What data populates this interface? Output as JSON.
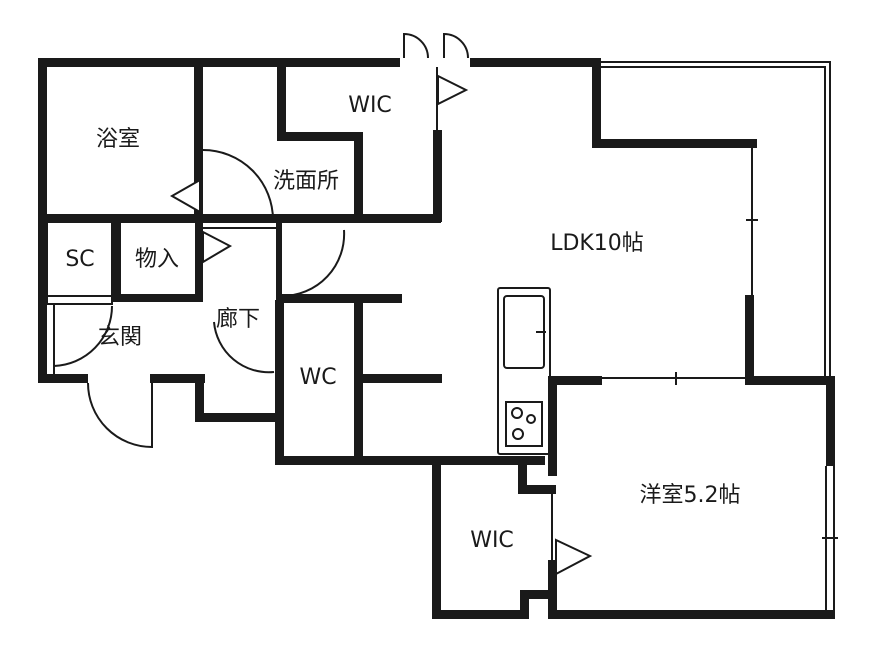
{
  "rooms": {
    "bath": "浴室",
    "wic_top": "WIC",
    "washroom": "洗面所",
    "ldk": "LDK10帖",
    "sc": "SC",
    "storage": "物入",
    "entrance": "玄関",
    "hallway": "廊下",
    "wc": "WC",
    "western_room": "洋室5.2帖",
    "wic_bottom": "WIC"
  },
  "colors": {
    "wall": "#1a1a1a",
    "background": "#ffffff"
  }
}
